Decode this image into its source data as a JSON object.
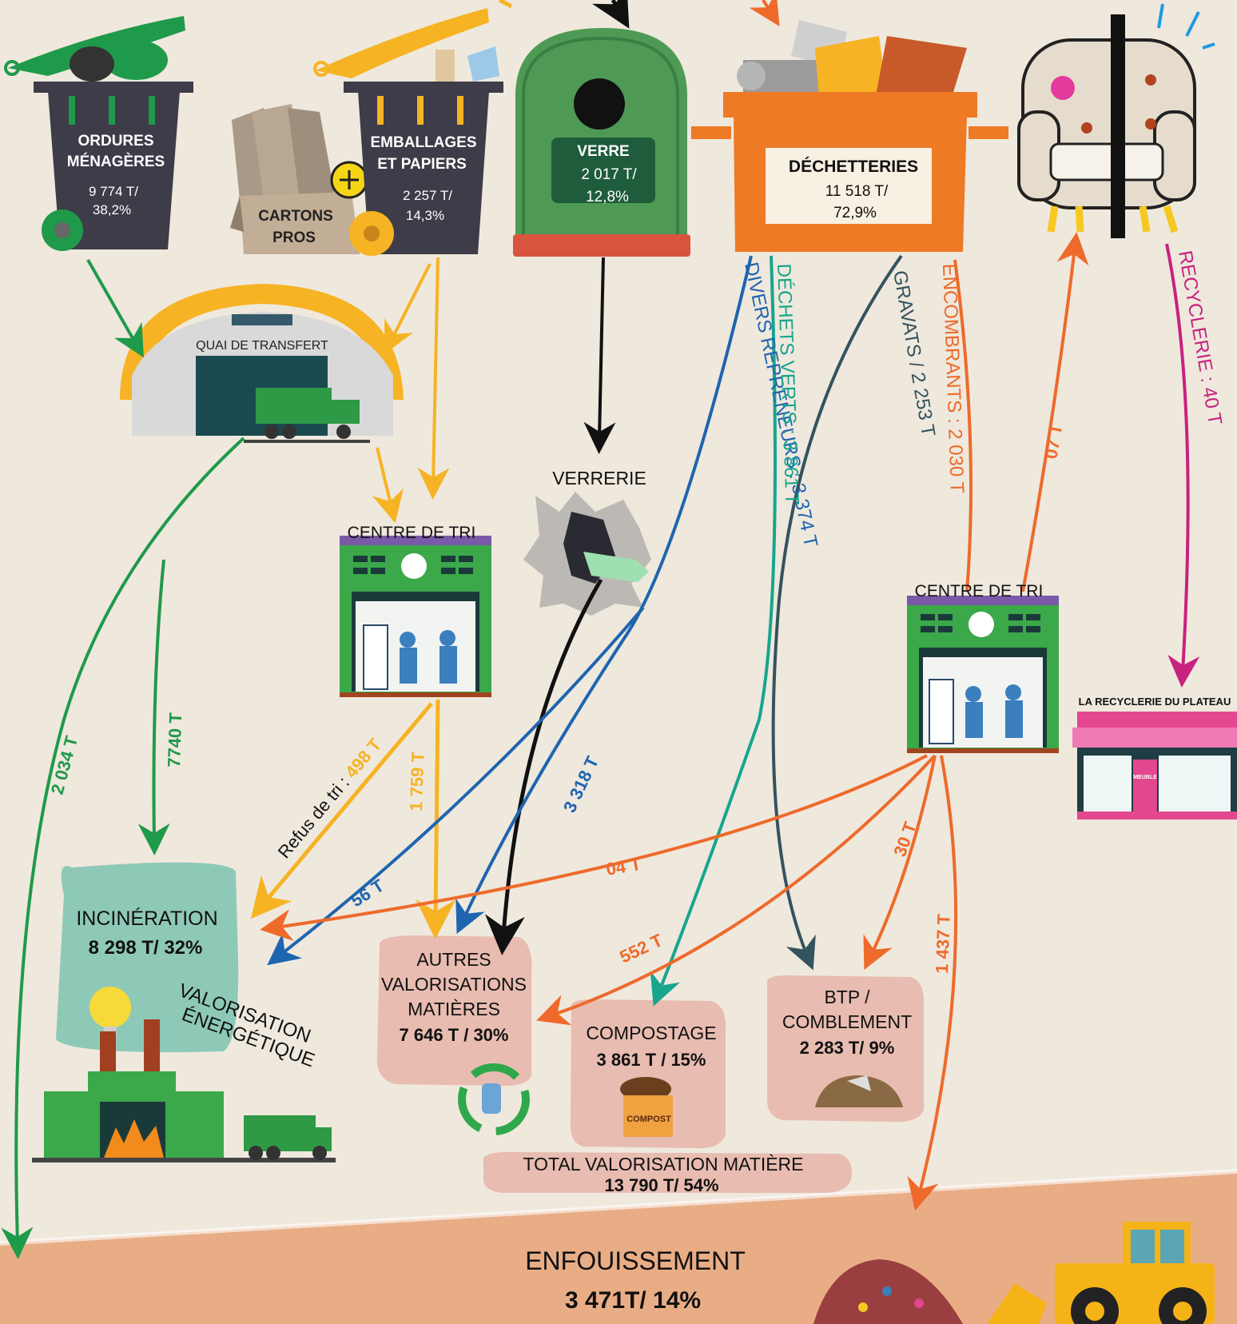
{
  "colors": {
    "background": "#efe8dd",
    "green": "#1f9a4a",
    "yellow": "#f6b323",
    "orange": "#ee6a2b",
    "blue": "#1e65b0",
    "teal": "#17a58d",
    "darkslate": "#33535e",
    "magenta": "#c8227f",
    "black": "#111111",
    "pinkbox": "#e8bcb0",
    "tealbox": "#8ec9b8",
    "ground": "#e9ad86"
  },
  "bins": {
    "om": {
      "title1": "ORDURES",
      "title2": "MÉNAGÈRES",
      "value": "9 774 T/",
      "pct": "38,2%"
    },
    "emb": {
      "title1": "EMBALLAGES",
      "title2": "ET PAPIERS",
      "value": "2 257 T/",
      "pct": "14,3%"
    },
    "cartons": {
      "title1": "CARTONS",
      "title2": "PROS"
    },
    "verre": {
      "title": "VERRE",
      "value": "2 017 T/",
      "pct": "12,8%"
    },
    "dech": {
      "title": "DÉCHETTERIES",
      "value": "11 518 T/",
      "pct": "72,9%"
    }
  },
  "facilities": {
    "quai": "QUAI DE TRANSFERT",
    "tri1": "CENTRE DE TRI",
    "tri2": "CENTRE DE TRI",
    "verrerie": "VERRERIE",
    "recyclerie": "LA RECYCLERIE DU PLATEAU",
    "compost_tag": "COMPOST",
    "furniture_tag": "MEUBLE"
  },
  "flows": {
    "divers": "DIVERS REPRENEURS : 3 374 T",
    "verts": "DÉCHETS VERTS : 3 861 T",
    "gravats": "GRAVATS / 2 253 T",
    "encombrants": "ENCOMBRANTS : 2 030 T",
    "recyclerie": "RECYCLERIE : 40 T",
    "back07": "07 T",
    "f2034": "2 034 T",
    "f7740": "7740 T",
    "refus": "Refus de tri : ",
    "refus_val": "498 T",
    "f1759": "1 759 T",
    "f3318": "3 318 T",
    "f56": "56 T",
    "f04": "04 T",
    "f30": "30 T",
    "f552": "552 T",
    "f1437": "1 437 T"
  },
  "outcomes": {
    "incin": {
      "title": "INCINÉRATION",
      "value": "8 298 T/ 32%"
    },
    "valo": "VALORISATION ÉNERGÉTIQUE",
    "valo1": "VALORISATION",
    "valo2": "ÉNERGÉTIQUE",
    "autres": {
      "l1": "AUTRES",
      "l2": "VALORISATIONS",
      "l3": "MATIÈRES",
      "value": "7 646 T / 30%"
    },
    "compost": {
      "title": "COMPOSTAGE",
      "value": "3 861 T / 15%"
    },
    "btp": {
      "l1": "BTP /",
      "l2": "COMBLEMENT",
      "value": "2 283 T/ 9%"
    },
    "total": {
      "title": "TOTAL VALORISATION MATIÈRE",
      "value": "13 790 T/ 54%"
    },
    "enfouis": {
      "title": "ENFOUISSEMENT",
      "value": "3 471T/ 14%"
    }
  }
}
